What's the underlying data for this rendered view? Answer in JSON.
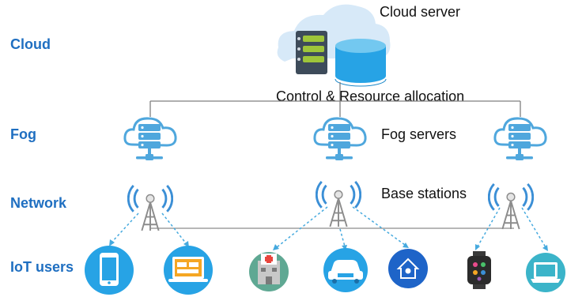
{
  "layers": {
    "cloud": "Cloud",
    "fog": "Fog",
    "network": "Network",
    "iot": "IoT users"
  },
  "annotations": {
    "cloud_server": "Cloud server",
    "control": "Control & Resource allocation",
    "fog_servers": "Fog servers",
    "base_stations": "Base stations"
  },
  "colors": {
    "layer_label": "#1f6fc1",
    "cloud_fill": "#d7e9f8",
    "fog_server": "#4fa7dd",
    "dashed_link": "#45a9de",
    "tower": "#8c8c8c",
    "wifi": "#3b8fd6"
  },
  "icons": {
    "cloud_server": "cloud-server-database-icon",
    "fog_server": "cloud-server-icon",
    "base_station": "antenna-tower-icon",
    "iot_devices": [
      "smartphone-icon",
      "laptop-browser-icon",
      "hospital-icon",
      "car-icon",
      "smart-home-icon",
      "smartwatch-icon",
      "laptop-icon"
    ]
  }
}
